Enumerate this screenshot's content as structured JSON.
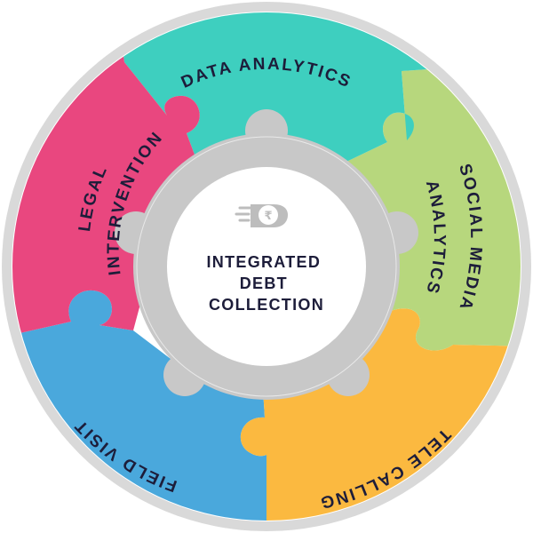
{
  "colors": {
    "outer_ring": "#d9d9d9",
    "data_analytics": "#3ecfbf",
    "social_media": "#b7d77d",
    "tele_calling": "#fbb940",
    "field_visit": "#4aa8dc",
    "legal": "#e9477f",
    "hub_ring": "#c8c8c8",
    "hub_center": "#ffffff",
    "text": "#1d1d3a"
  },
  "segments": {
    "data_analytics": {
      "label": "DATA ANALYTICS"
    },
    "social_media": {
      "line1": "SOCIAL MEDIA",
      "line2": "ANALYTICS"
    },
    "tele_calling": {
      "label": "TELE CALLING"
    },
    "field_visit": {
      "label": "FIELD VISIT"
    },
    "legal": {
      "line1": "LEGAL",
      "line2": "INTERVENTION"
    }
  },
  "center": {
    "icon": "rupee-hand-icon",
    "line1": "INTEGRATED",
    "line2": "DEBT",
    "line3": "COLLECTION"
  }
}
